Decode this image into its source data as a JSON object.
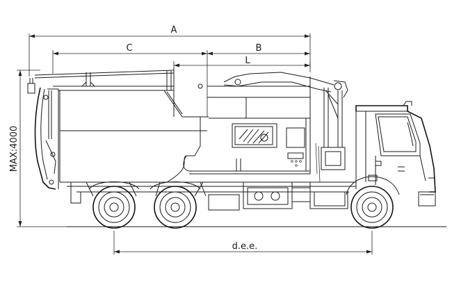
{
  "dimensions": {
    "overall_length": "A",
    "body_length": "C",
    "front_section": "B",
    "crane_reach": "L",
    "max_height": "MAX:4000",
    "wheelbase": "d.e.e."
  },
  "colors": {
    "line": "#1a1a1a",
    "background": "#ffffff"
  }
}
